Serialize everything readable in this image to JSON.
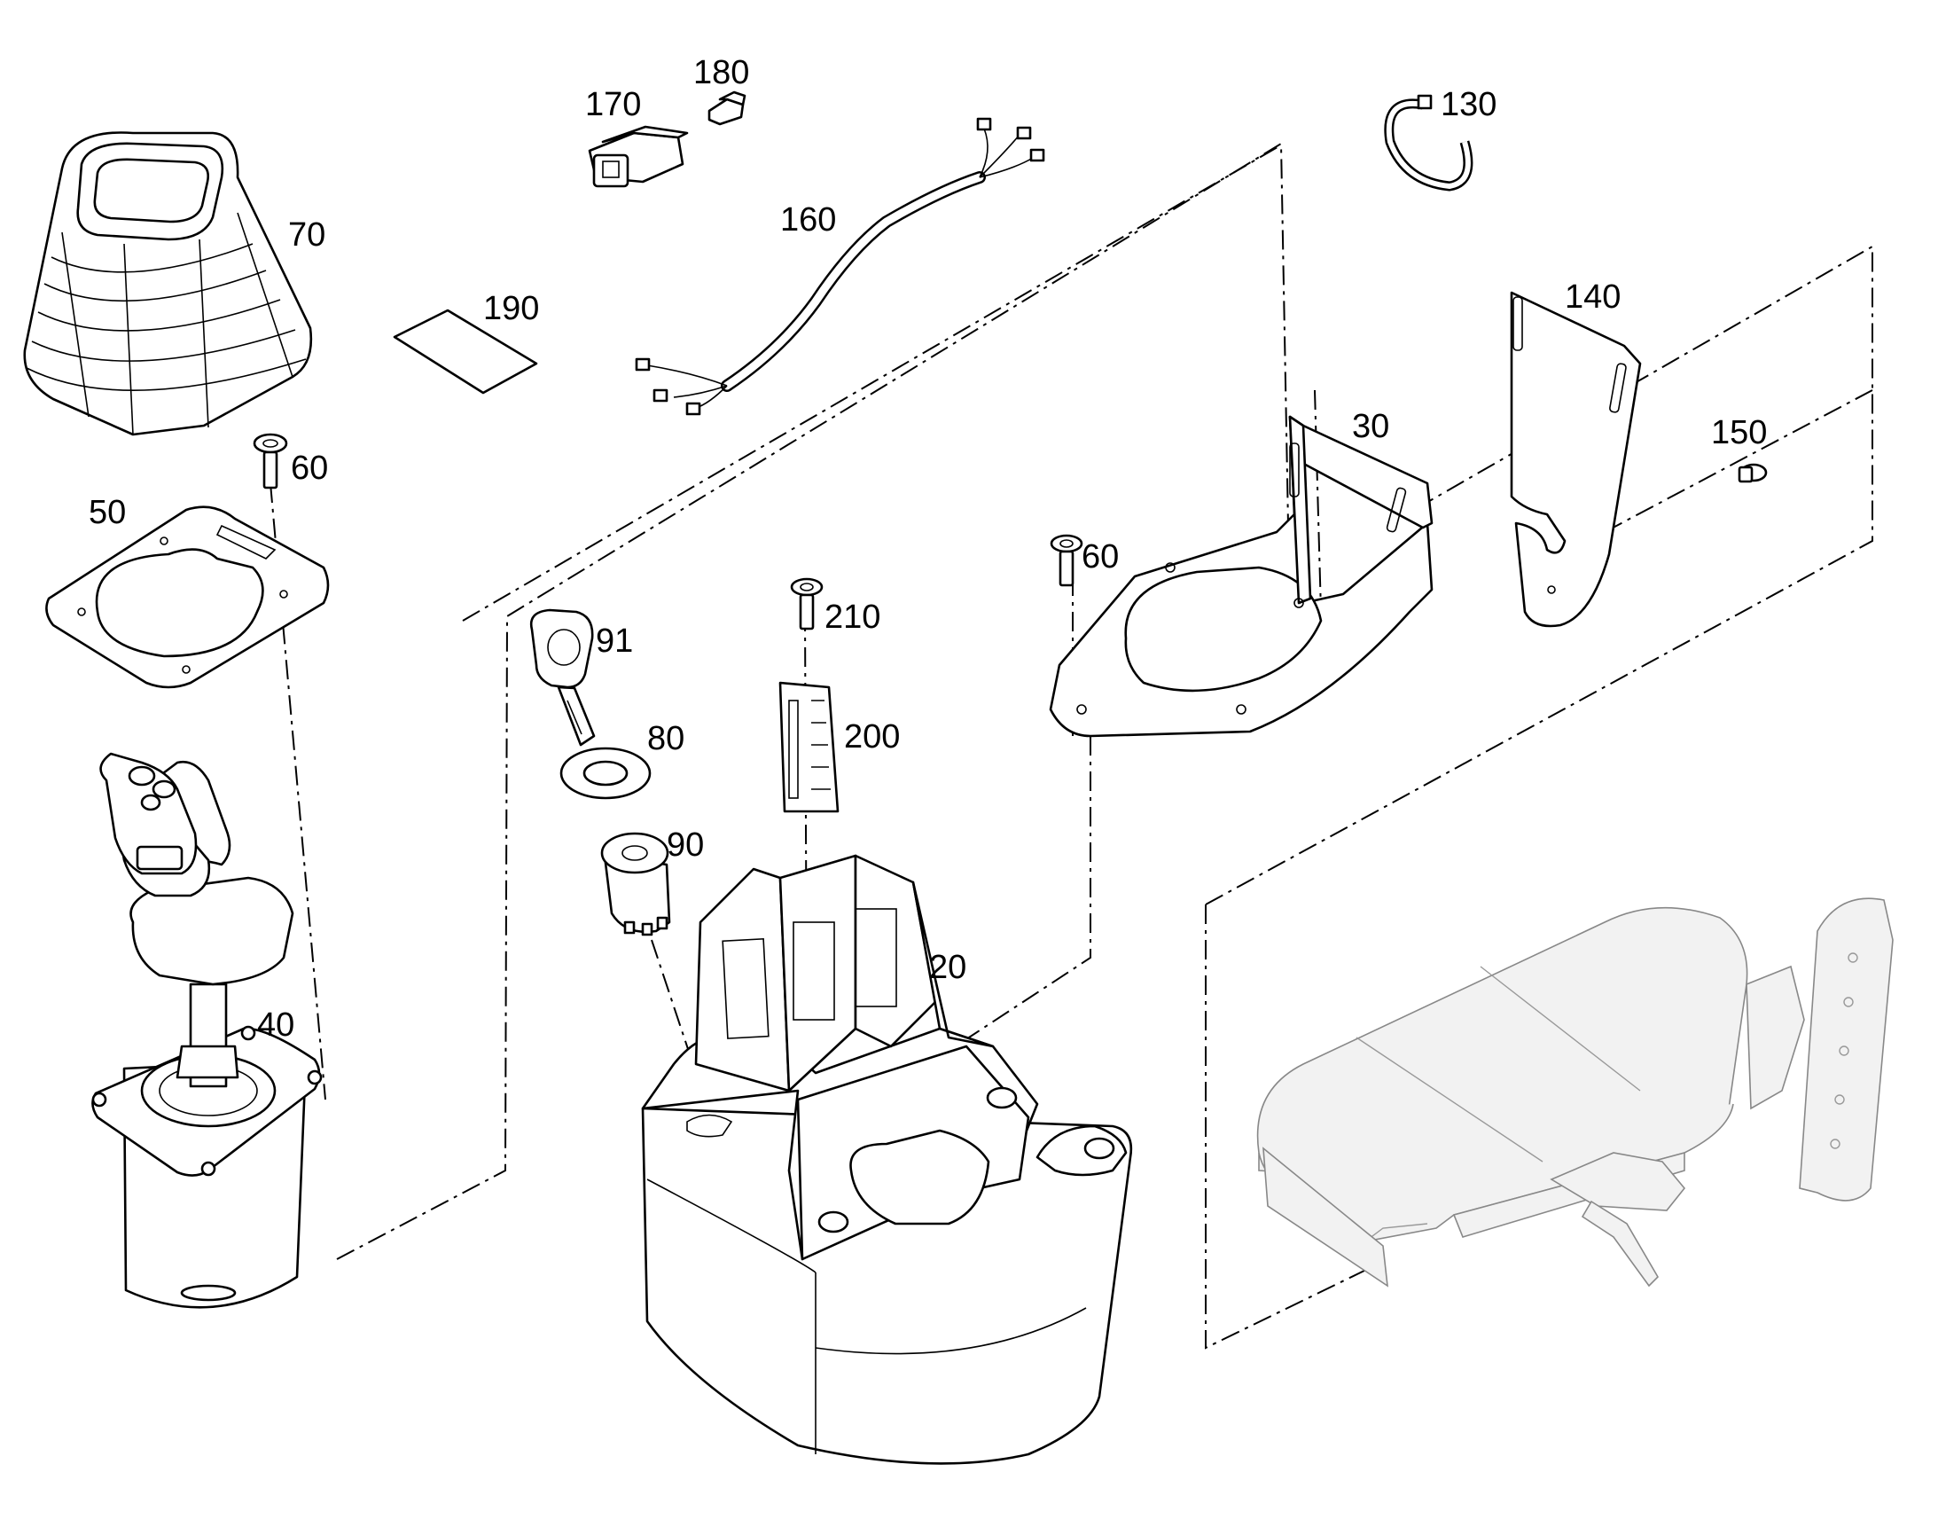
{
  "labels": {
    "p20": "20",
    "p30": "30",
    "p40": "40",
    "p50": "50",
    "p60a": "60",
    "p60b": "60",
    "p70": "70",
    "p80": "80",
    "p90": "90",
    "p91": "91",
    "p130": "130",
    "p140": "140",
    "p150": "150",
    "p160": "160",
    "p170": "170",
    "p180": "180",
    "p190": "190",
    "p200": "200",
    "p210": "210"
  },
  "colors": {
    "line": "#000000",
    "background": "#ffffff",
    "seat_line": "#888888"
  }
}
